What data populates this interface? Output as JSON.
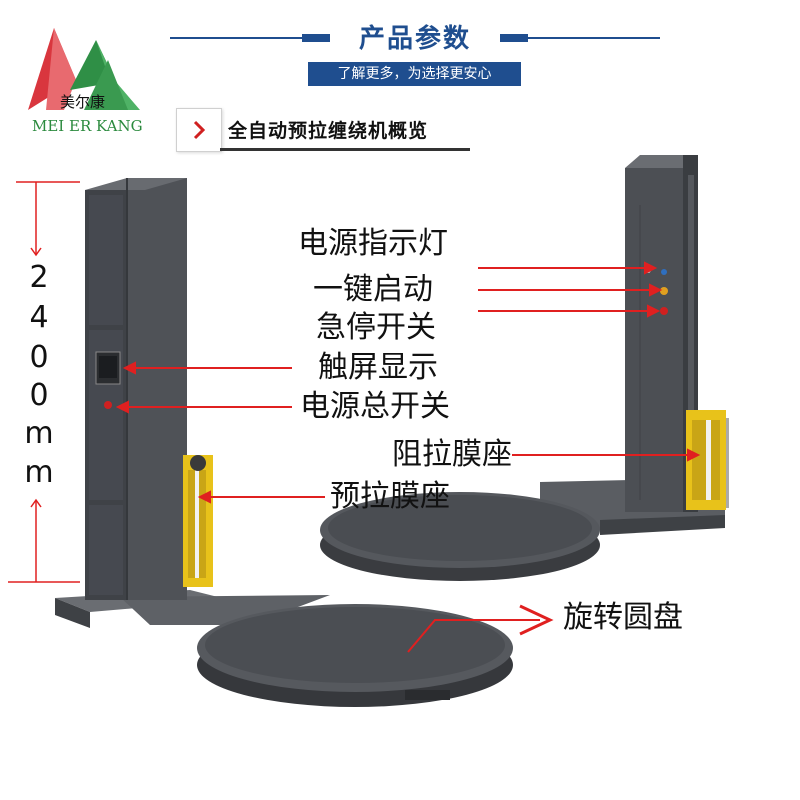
{
  "header": {
    "title": "产品参数",
    "subtitle": "了解更多，为选择更安心"
  },
  "logo": {
    "name_cn": "美尔康",
    "name_en": "MEI ER KANG"
  },
  "section": {
    "chevron_icon": "chevron-right-icon",
    "title": "全自动预拉缠绕机概览"
  },
  "dimension": {
    "digits": [
      "2",
      "4",
      "0",
      "0",
      "m",
      "m"
    ]
  },
  "labels": {
    "power_light": "电源指示灯",
    "one_key_start": "一键启动",
    "emergency_stop": "急停开关",
    "touch_screen": "触屏显示",
    "main_power": "电源总开关",
    "resist_film_seat": "阻拉膜座",
    "prestretch_film_seat": "预拉膜座",
    "turntable": "旋转圆盘"
  },
  "colors": {
    "brand_blue": "#1f4e8f",
    "arrow_red": "#e02020",
    "machine_gray": "#4a4d52",
    "accent_yellow": "#e8c21a"
  }
}
